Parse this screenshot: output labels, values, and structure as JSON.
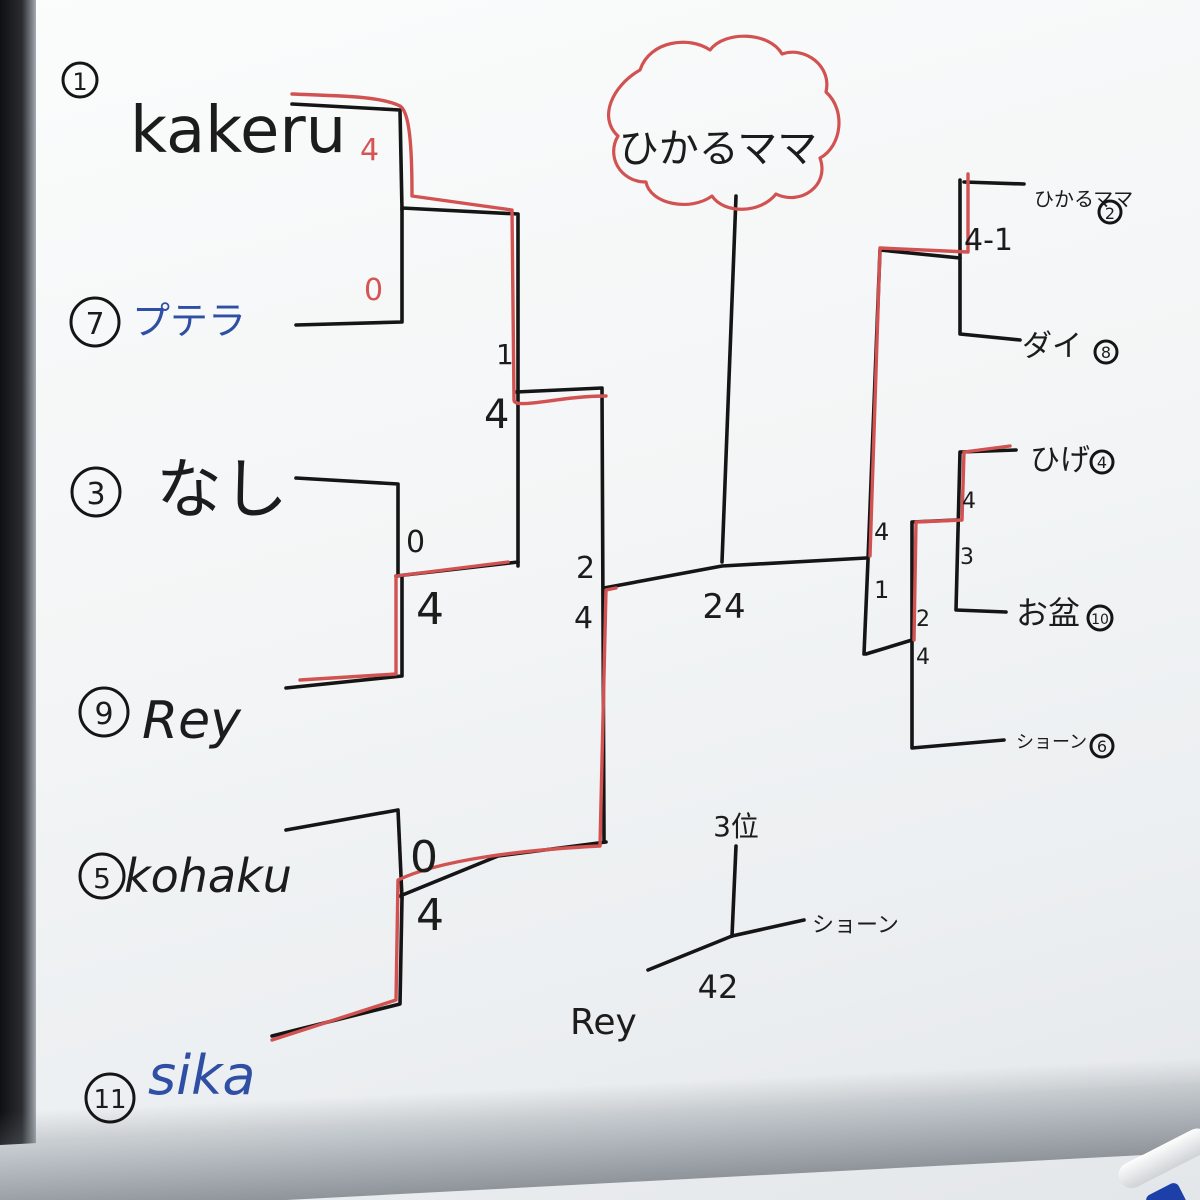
{
  "left_bracket": {
    "entrants": [
      {
        "seed": "1",
        "name": "kakeru",
        "color": "#1c1c1c"
      },
      {
        "seed": "7",
        "name": "プテラ",
        "color": "#2f4fa5"
      },
      {
        "seed": "3",
        "name": "なし",
        "color": "#1c1c1c"
      },
      {
        "seed": "9",
        "name": "Rey",
        "color": "#1c1c1c"
      },
      {
        "seed": "5",
        "name": "kohaku",
        "color": "#1c1c1c"
      },
      {
        "seed": "11",
        "name": "sika",
        "color": "#2f4fa5"
      }
    ],
    "scores": {
      "m1_top": "4",
      "m1_bottom": "0",
      "m2_top": "0",
      "m2_bottom": "4",
      "m3_top": "0",
      "m3_bottom": "4",
      "semi_top": "1",
      "semi_bottom": "4",
      "final_top": "2",
      "final_bottom": "4"
    }
  },
  "right_bracket": {
    "entrants": [
      {
        "seed": "2",
        "name": "ひかるママ"
      },
      {
        "seed": "8",
        "name": "ダイ"
      },
      {
        "seed": "4",
        "name": "ひげ"
      },
      {
        "seed": "10",
        "name": "お盆"
      },
      {
        "seed": "6",
        "name": "ショーン"
      }
    ],
    "scores": {
      "m1": "4-1",
      "m2_top": "4",
      "m2_bottom": "3",
      "m3_top": "2",
      "m3_bottom": "4",
      "semi_top": "4",
      "semi_bottom": "1"
    }
  },
  "final": {
    "champion": "ひかるママ",
    "score": "24"
  },
  "third_place": {
    "title": "3位",
    "left": "Rey",
    "right": "ショーン",
    "score": "42"
  }
}
